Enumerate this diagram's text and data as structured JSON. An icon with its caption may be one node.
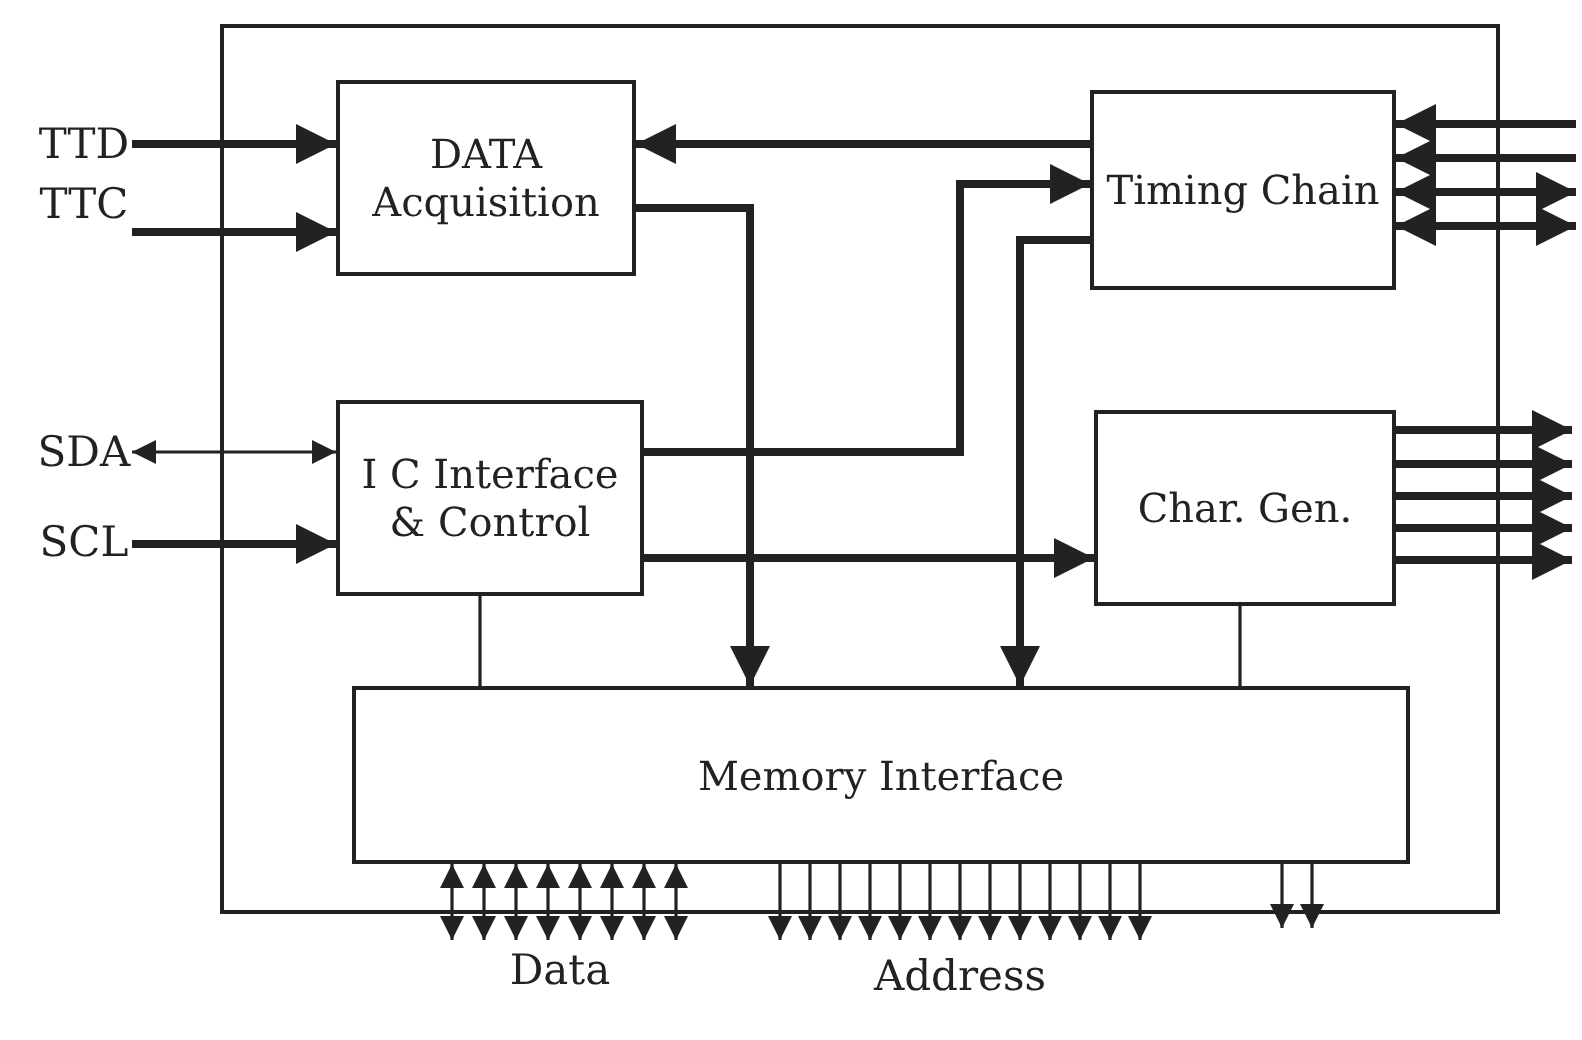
{
  "diagram": {
    "nodes": [
      {
        "text": [],
        "shape": "box"
      },
      {
        "text": [
          "TTD"
        ]
      },
      {
        "text": [
          "TTC"
        ]
      },
      {
        "text": [
          "DATA Acquisition"
        ],
        "in": 0
      },
      {
        "text": [
          "Timing Chain"
        ],
        "in": 0
      },
      {
        "text": [
          "SDA"
        ]
      },
      {
        "text": [
          "SCL"
        ]
      },
      {
        "text": [
          "I C Interface & Control"
        ],
        "in": 0
      },
      {
        "text": [
          "Char. Gen."
        ],
        "in": 0
      },
      {
        "text": [
          "Memory Interface"
        ],
        "in": 0
      },
      {
        "text": [
          "Data"
        ]
      },
      {
        "text": [
          "Address"
        ]
      }
    ],
    "edges": [
      {
        "from": 1,
        "to": 3,
        "arrow": "to",
        "style": "thick"
      },
      {
        "from": 2,
        "to": 3,
        "arrow": "to",
        "style": "thick"
      },
      {
        "from": 4,
        "to": 3,
        "arrow": "to",
        "style": "thick"
      },
      {
        "from": 3,
        "to": 9,
        "arrow": "to",
        "style": "thick"
      },
      {
        "from": 7,
        "to": 4,
        "arrow": "to",
        "style": "thick"
      },
      {
        "from": 4,
        "to": 9,
        "arrow": "to",
        "style": "thick"
      },
      {
        "from": 5,
        "to": 7,
        "arrow": "both"
      },
      {
        "from": 6,
        "to": 7,
        "arrow": "to",
        "style": "thick"
      },
      {
        "from": 7,
        "to": 8,
        "arrow": "to",
        "style": "thick"
      },
      {
        "from": 7,
        "to": 9,
        "arrow": "none"
      },
      {
        "from": 8,
        "to": 9,
        "arrow": "none"
      },
      {
        "from": null,
        "to": 4,
        "arrow": "to",
        "style": "thick"
      },
      {
        "from": null,
        "to": 4,
        "arrow": "to",
        "style": "thick"
      },
      {
        "from": null,
        "to": 4,
        "arrow": "both",
        "style": "thick"
      },
      {
        "from": null,
        "to": 4,
        "arrow": "both",
        "style": "thick"
      },
      {
        "from": 8,
        "to": null,
        "arrow": "to",
        "style": "thick"
      },
      {
        "from": 8,
        "to": null,
        "arrow": "to",
        "style": "thick"
      },
      {
        "from": 8,
        "to": null,
        "arrow": "to",
        "style": "thick"
      },
      {
        "from": 8,
        "to": null,
        "arrow": "to",
        "style": "thick"
      },
      {
        "from": 8,
        "to": null,
        "arrow": "to",
        "style": "thick"
      },
      {
        "from": 9,
        "to": 10,
        "arrow": "both"
      },
      {
        "from": 9,
        "to": 10,
        "arrow": "both"
      },
      {
        "from": 9,
        "to": 10,
        "arrow": "both"
      },
      {
        "from": 9,
        "to": 10,
        "arrow": "both"
      },
      {
        "from": 9,
        "to": 10,
        "arrow": "both"
      },
      {
        "from": 9,
        "to": 10,
        "arrow": "both"
      },
      {
        "from": 9,
        "to": 10,
        "arrow": "both"
      },
      {
        "from": 9,
        "to": 10,
        "arrow": "both"
      },
      {
        "from": 9,
        "to": 11,
        "arrow": "to"
      },
      {
        "from": 9,
        "to": 11,
        "arrow": "to"
      },
      {
        "from": 9,
        "to": 11,
        "arrow": "to"
      },
      {
        "from": 9,
        "to": 11,
        "arrow": "to"
      },
      {
        "from": 9,
        "to": 11,
        "arrow": "to"
      },
      {
        "from": 9,
        "to": 11,
        "arrow": "to"
      },
      {
        "from": 9,
        "to": 11,
        "arrow": "to"
      },
      {
        "from": 9,
        "to": 11,
        "arrow": "to"
      },
      {
        "from": 9,
        "to": 11,
        "arrow": "to"
      },
      {
        "from": 9,
        "to": 11,
        "arrow": "to"
      },
      {
        "from": 9,
        "to": 11,
        "arrow": "to"
      },
      {
        "from": 9,
        "to": 11,
        "arrow": "to"
      },
      {
        "from": 9,
        "to": 11,
        "arrow": "to"
      },
      {
        "from": 9,
        "to": null,
        "arrow": "to"
      },
      {
        "from": 9,
        "to": null,
        "arrow": "to"
      }
    ]
  }
}
